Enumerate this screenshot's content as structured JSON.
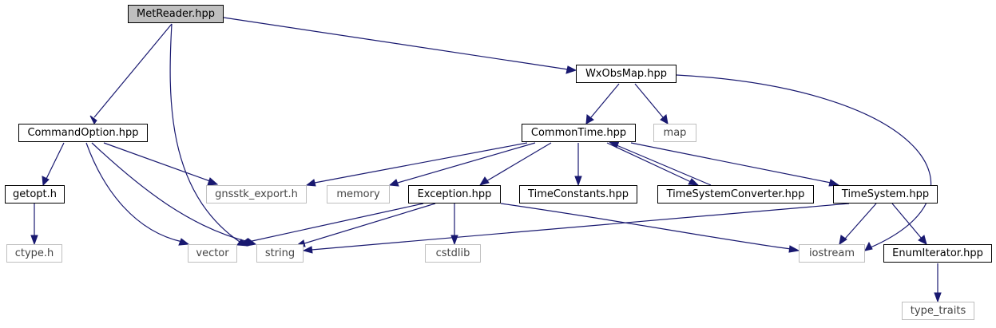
{
  "nodes": [
    {
      "id": "metreader",
      "label": "MetReader.hpp",
      "kind": "root"
    },
    {
      "id": "wxobsmap",
      "label": "WxObsMap.hpp",
      "kind": "documented"
    },
    {
      "id": "commandoption",
      "label": "CommandOption.hpp",
      "kind": "documented"
    },
    {
      "id": "commontime",
      "label": "CommonTime.hpp",
      "kind": "documented"
    },
    {
      "id": "map",
      "label": "map",
      "kind": "external"
    },
    {
      "id": "getopt",
      "label": "getopt.h",
      "kind": "documented"
    },
    {
      "id": "gnsstk_export",
      "label": "gnsstk_export.h",
      "kind": "external"
    },
    {
      "id": "memory",
      "label": "memory",
      "kind": "external"
    },
    {
      "id": "exception",
      "label": "Exception.hpp",
      "kind": "documented"
    },
    {
      "id": "timeconstants",
      "label": "TimeConstants.hpp",
      "kind": "documented"
    },
    {
      "id": "timesystemconverter",
      "label": "TimeSystemConverter.hpp",
      "kind": "documented"
    },
    {
      "id": "timesystem",
      "label": "TimeSystem.hpp",
      "kind": "documented"
    },
    {
      "id": "ctype",
      "label": "ctype.h",
      "kind": "external"
    },
    {
      "id": "vector",
      "label": "vector",
      "kind": "external"
    },
    {
      "id": "string",
      "label": "string",
      "kind": "external"
    },
    {
      "id": "cstdlib",
      "label": "cstdlib",
      "kind": "external"
    },
    {
      "id": "iostream",
      "label": "iostream",
      "kind": "external"
    },
    {
      "id": "enumiterator",
      "label": "EnumIterator.hpp",
      "kind": "documented"
    },
    {
      "id": "type_traits",
      "label": "type_traits",
      "kind": "external"
    }
  ],
  "edges": [
    {
      "from": "metreader",
      "to": "commandoption"
    },
    {
      "from": "metreader",
      "to": "string"
    },
    {
      "from": "metreader",
      "to": "wxobsmap"
    },
    {
      "from": "wxobsmap",
      "to": "commontime"
    },
    {
      "from": "wxobsmap",
      "to": "map"
    },
    {
      "from": "wxobsmap",
      "to": "iostream"
    },
    {
      "from": "commandoption",
      "to": "getopt"
    },
    {
      "from": "commandoption",
      "to": "gnsstk_export"
    },
    {
      "from": "commandoption",
      "to": "vector"
    },
    {
      "from": "commandoption",
      "to": "string"
    },
    {
      "from": "getopt",
      "to": "ctype"
    },
    {
      "from": "commontime",
      "to": "gnsstk_export"
    },
    {
      "from": "commontime",
      "to": "memory"
    },
    {
      "from": "commontime",
      "to": "exception"
    },
    {
      "from": "commontime",
      "to": "timeconstants"
    },
    {
      "from": "commontime",
      "to": "timesystemconverter"
    },
    {
      "from": "commontime",
      "to": "timesystem"
    },
    {
      "from": "timesystemconverter",
      "to": "commontime"
    },
    {
      "from": "exception",
      "to": "vector"
    },
    {
      "from": "exception",
      "to": "string"
    },
    {
      "from": "exception",
      "to": "cstdlib"
    },
    {
      "from": "exception",
      "to": "iostream"
    },
    {
      "from": "timesystem",
      "to": "string"
    },
    {
      "from": "timesystem",
      "to": "iostream"
    },
    {
      "from": "timesystem",
      "to": "enumiterator"
    },
    {
      "from": "enumiterator",
      "to": "type_traits"
    }
  ]
}
